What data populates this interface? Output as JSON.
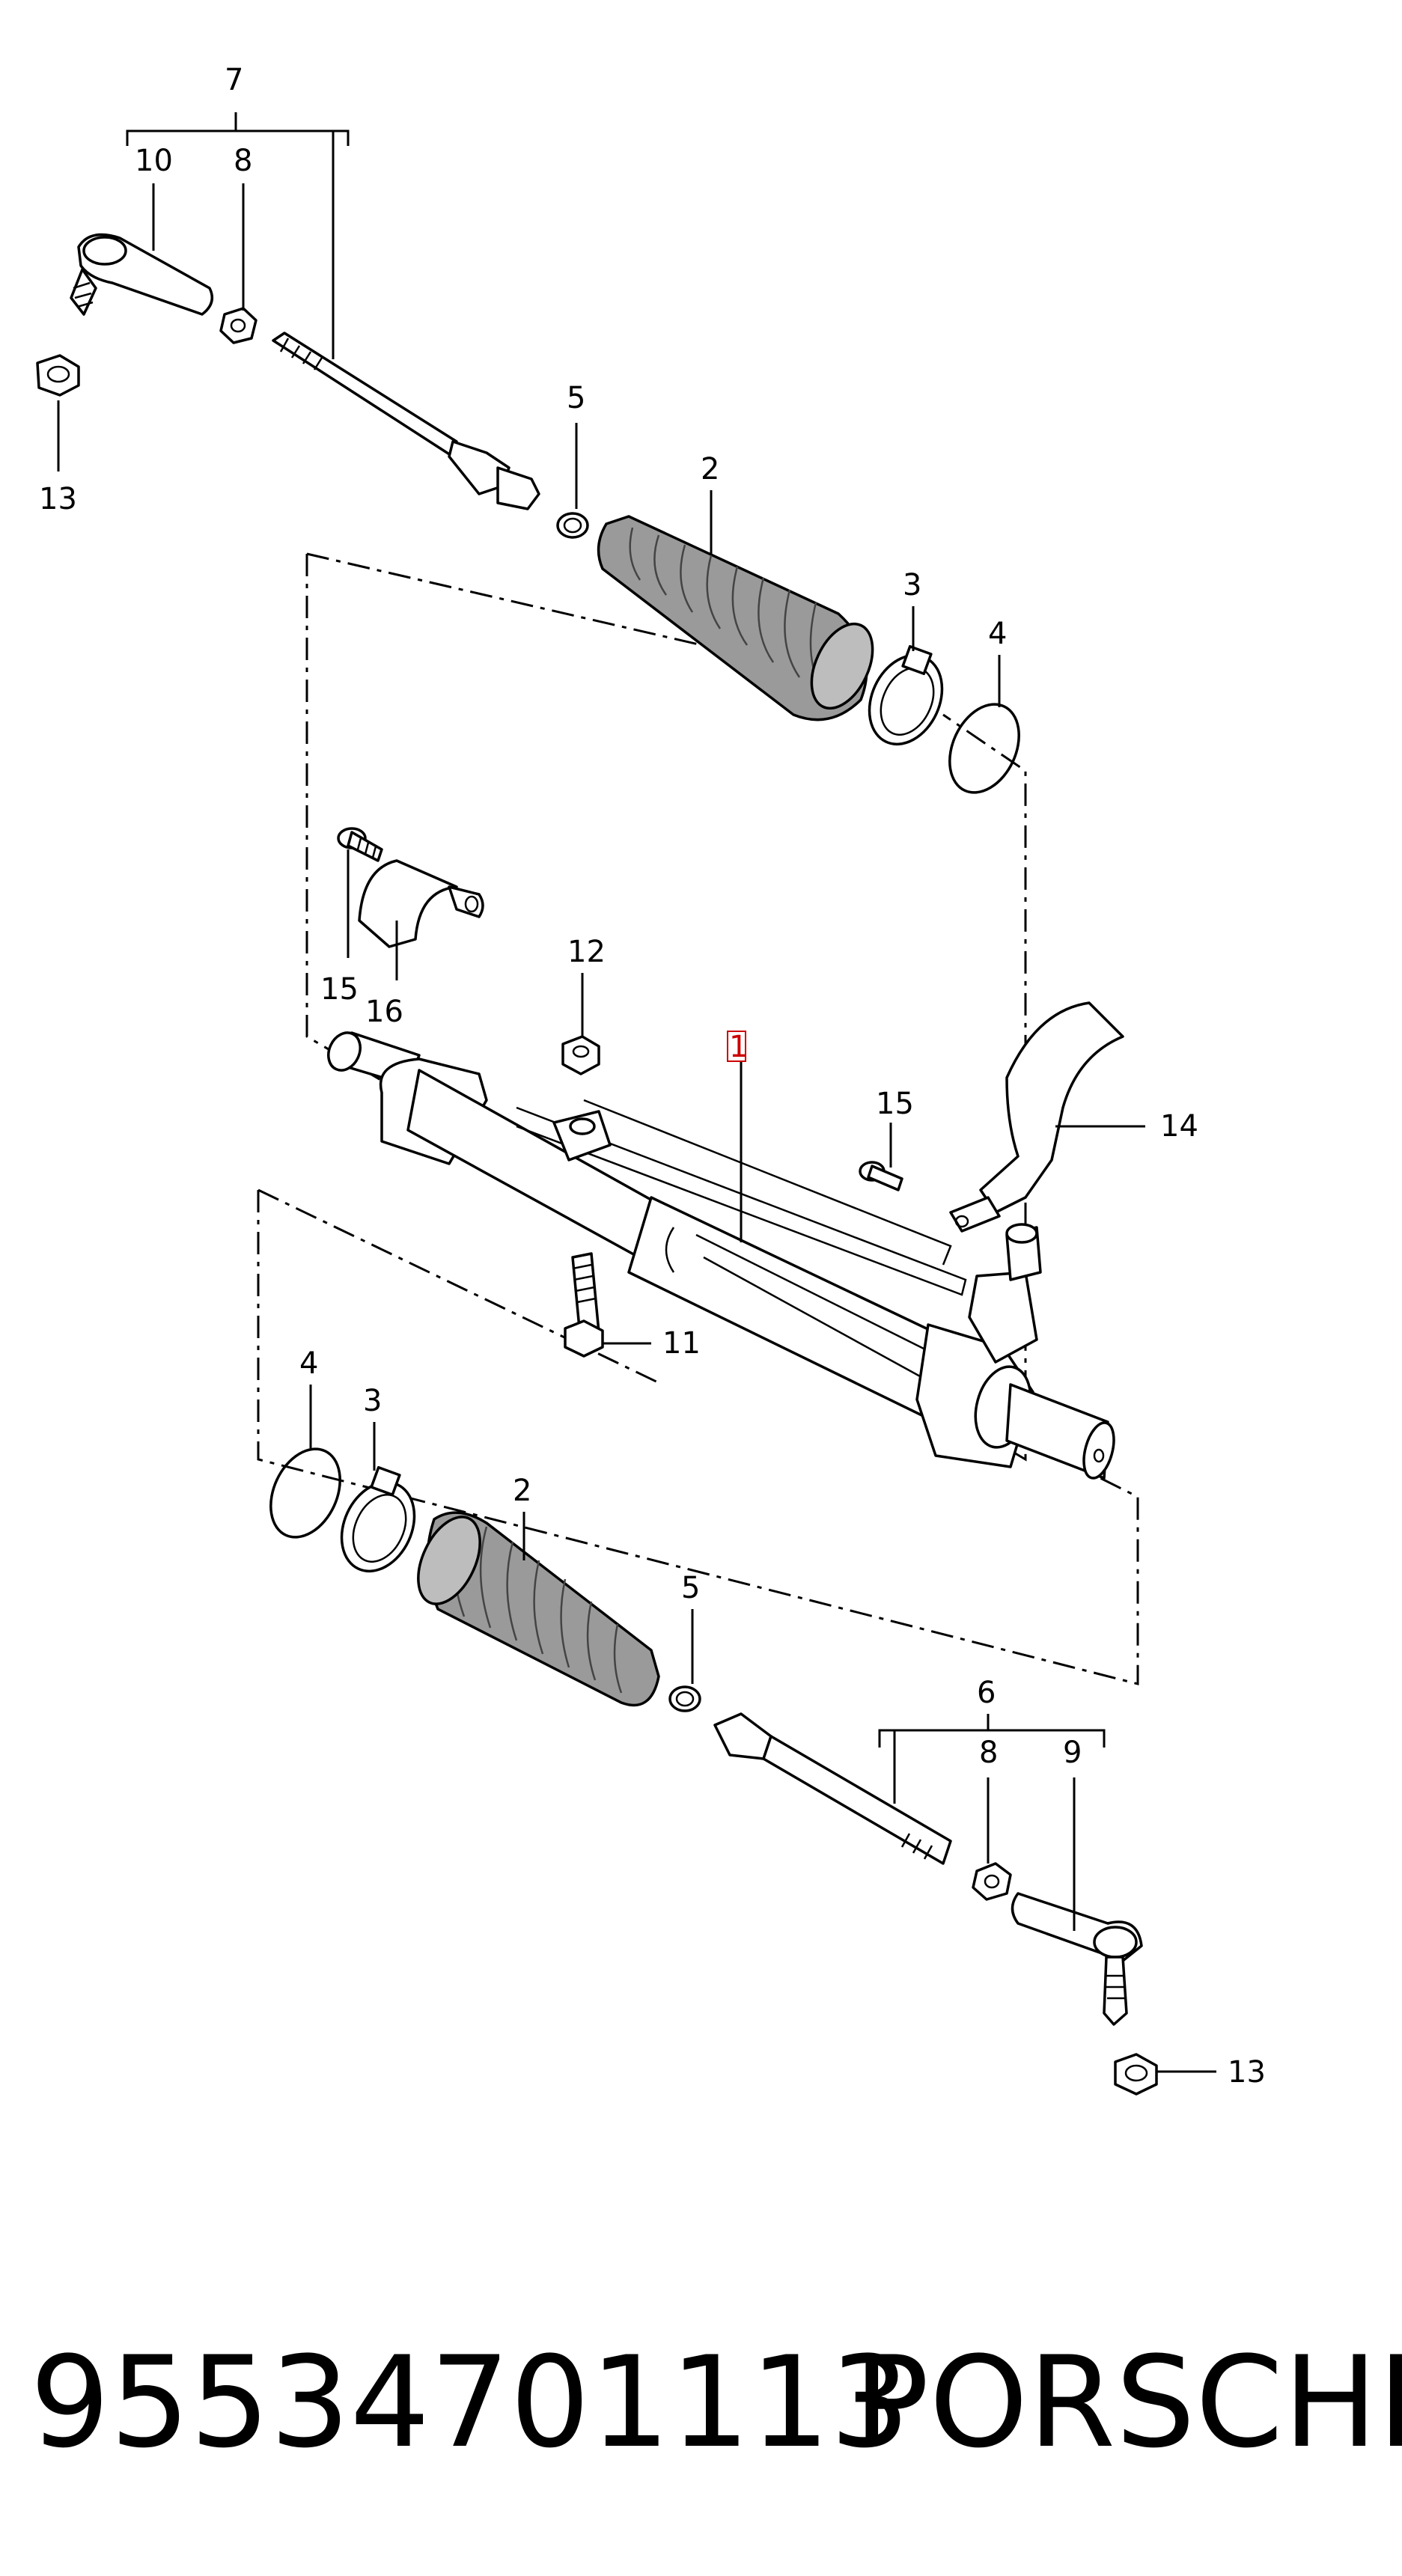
{
  "callouts": {
    "c7": "7",
    "c10_top": "10",
    "c8_top": "8",
    "c13_top": "13",
    "c5_top": "5",
    "c2_top": "2",
    "c3_top": "3",
    "c4_top": "4",
    "c15_left": "15",
    "c16": "16",
    "c12": "12",
    "c1": "1",
    "c15_right": "15",
    "c14": "14",
    "c11": "11",
    "c4_bot": "4",
    "c3_bot": "3",
    "c2_bot": "2",
    "c5_bot": "5",
    "c6": "6",
    "c8_bot": "8",
    "c9": "9",
    "c13_bot": "13"
  },
  "selected_callout": "1",
  "footer": {
    "part_number": "95534701113",
    "brand": "PORSCHE"
  },
  "colors": {
    "highlight": "#cc0000",
    "boot_fill": "#9a9a9a"
  }
}
